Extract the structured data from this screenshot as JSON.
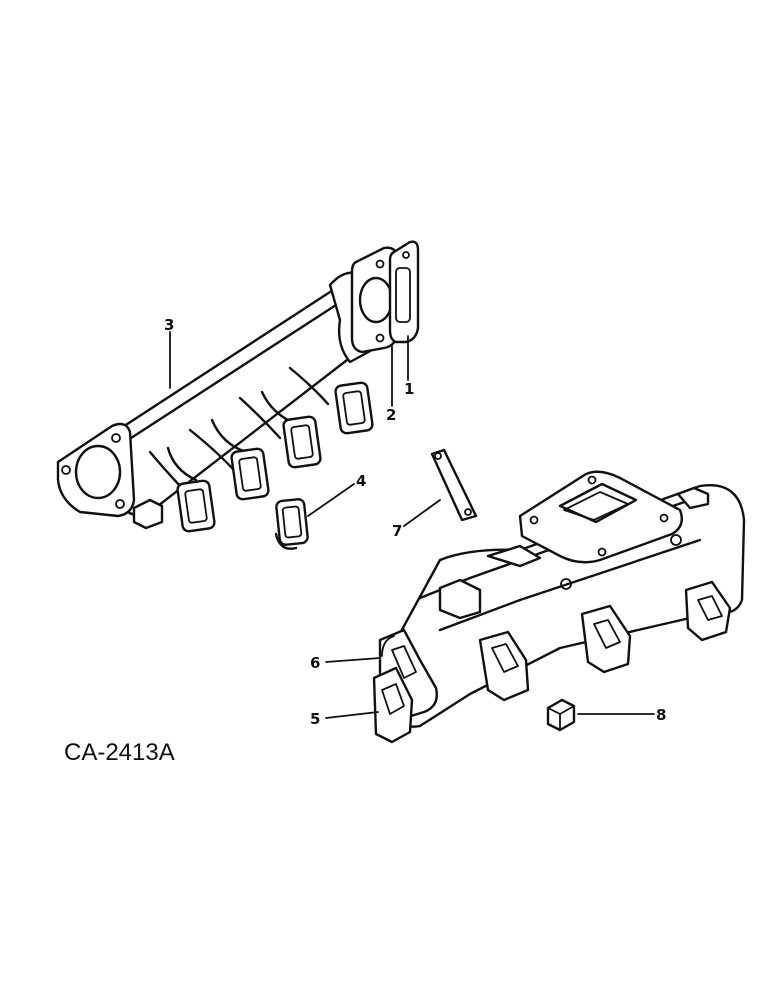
{
  "drawing_code": "CA-2413A",
  "callouts": [
    "1",
    "2",
    "3",
    "4",
    "5",
    "6",
    "7",
    "8"
  ]
}
